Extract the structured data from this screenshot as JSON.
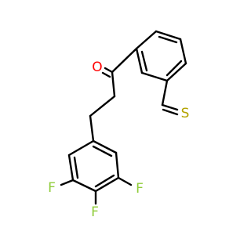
{
  "molecule": {
    "atoms": {
      "oxygen": "O",
      "sulfur": "S",
      "fluorine_left": "F",
      "fluorine_bottom": "F",
      "fluorine_right": "F"
    },
    "colors": {
      "oxygen": "#FF0000",
      "sulfur": "#B3A300",
      "fluorine": "#8FCC39",
      "bond": "#000000"
    }
  }
}
